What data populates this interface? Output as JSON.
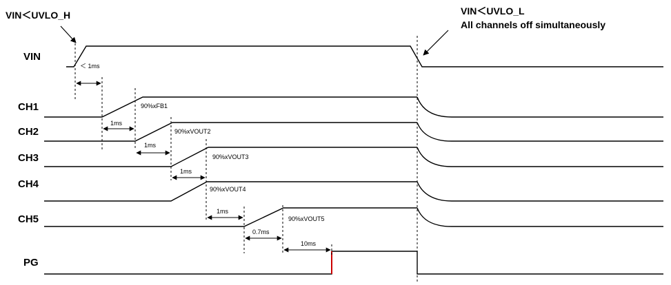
{
  "annotations": {
    "uvlo_h": "VIN＜UVLO_H",
    "uvlo_l": "VIN＜UVLO_L",
    "all_off": "All channels off simultaneously"
  },
  "signals": {
    "vin": "VIN",
    "ch1": "CH1",
    "ch2": "CH2",
    "ch3": "CH3",
    "ch4": "CH4",
    "ch5": "CH5",
    "pg": "PG"
  },
  "thresholds": {
    "ch1": "90%xFB1",
    "ch2": "90%xVOUT2",
    "ch3": "90%xVOUT3",
    "ch4": "90%xVOUT4",
    "ch5": "90%xVOUT5"
  },
  "delays": {
    "vin_rise": "＜ 1ms",
    "d1": "1ms",
    "d2": "1ms",
    "d3": "1ms",
    "d4": "1ms",
    "d5": "0.7ms",
    "d6": "10ms"
  },
  "colors": {
    "trace": "#000000",
    "pg_edge": "#cc0000"
  }
}
